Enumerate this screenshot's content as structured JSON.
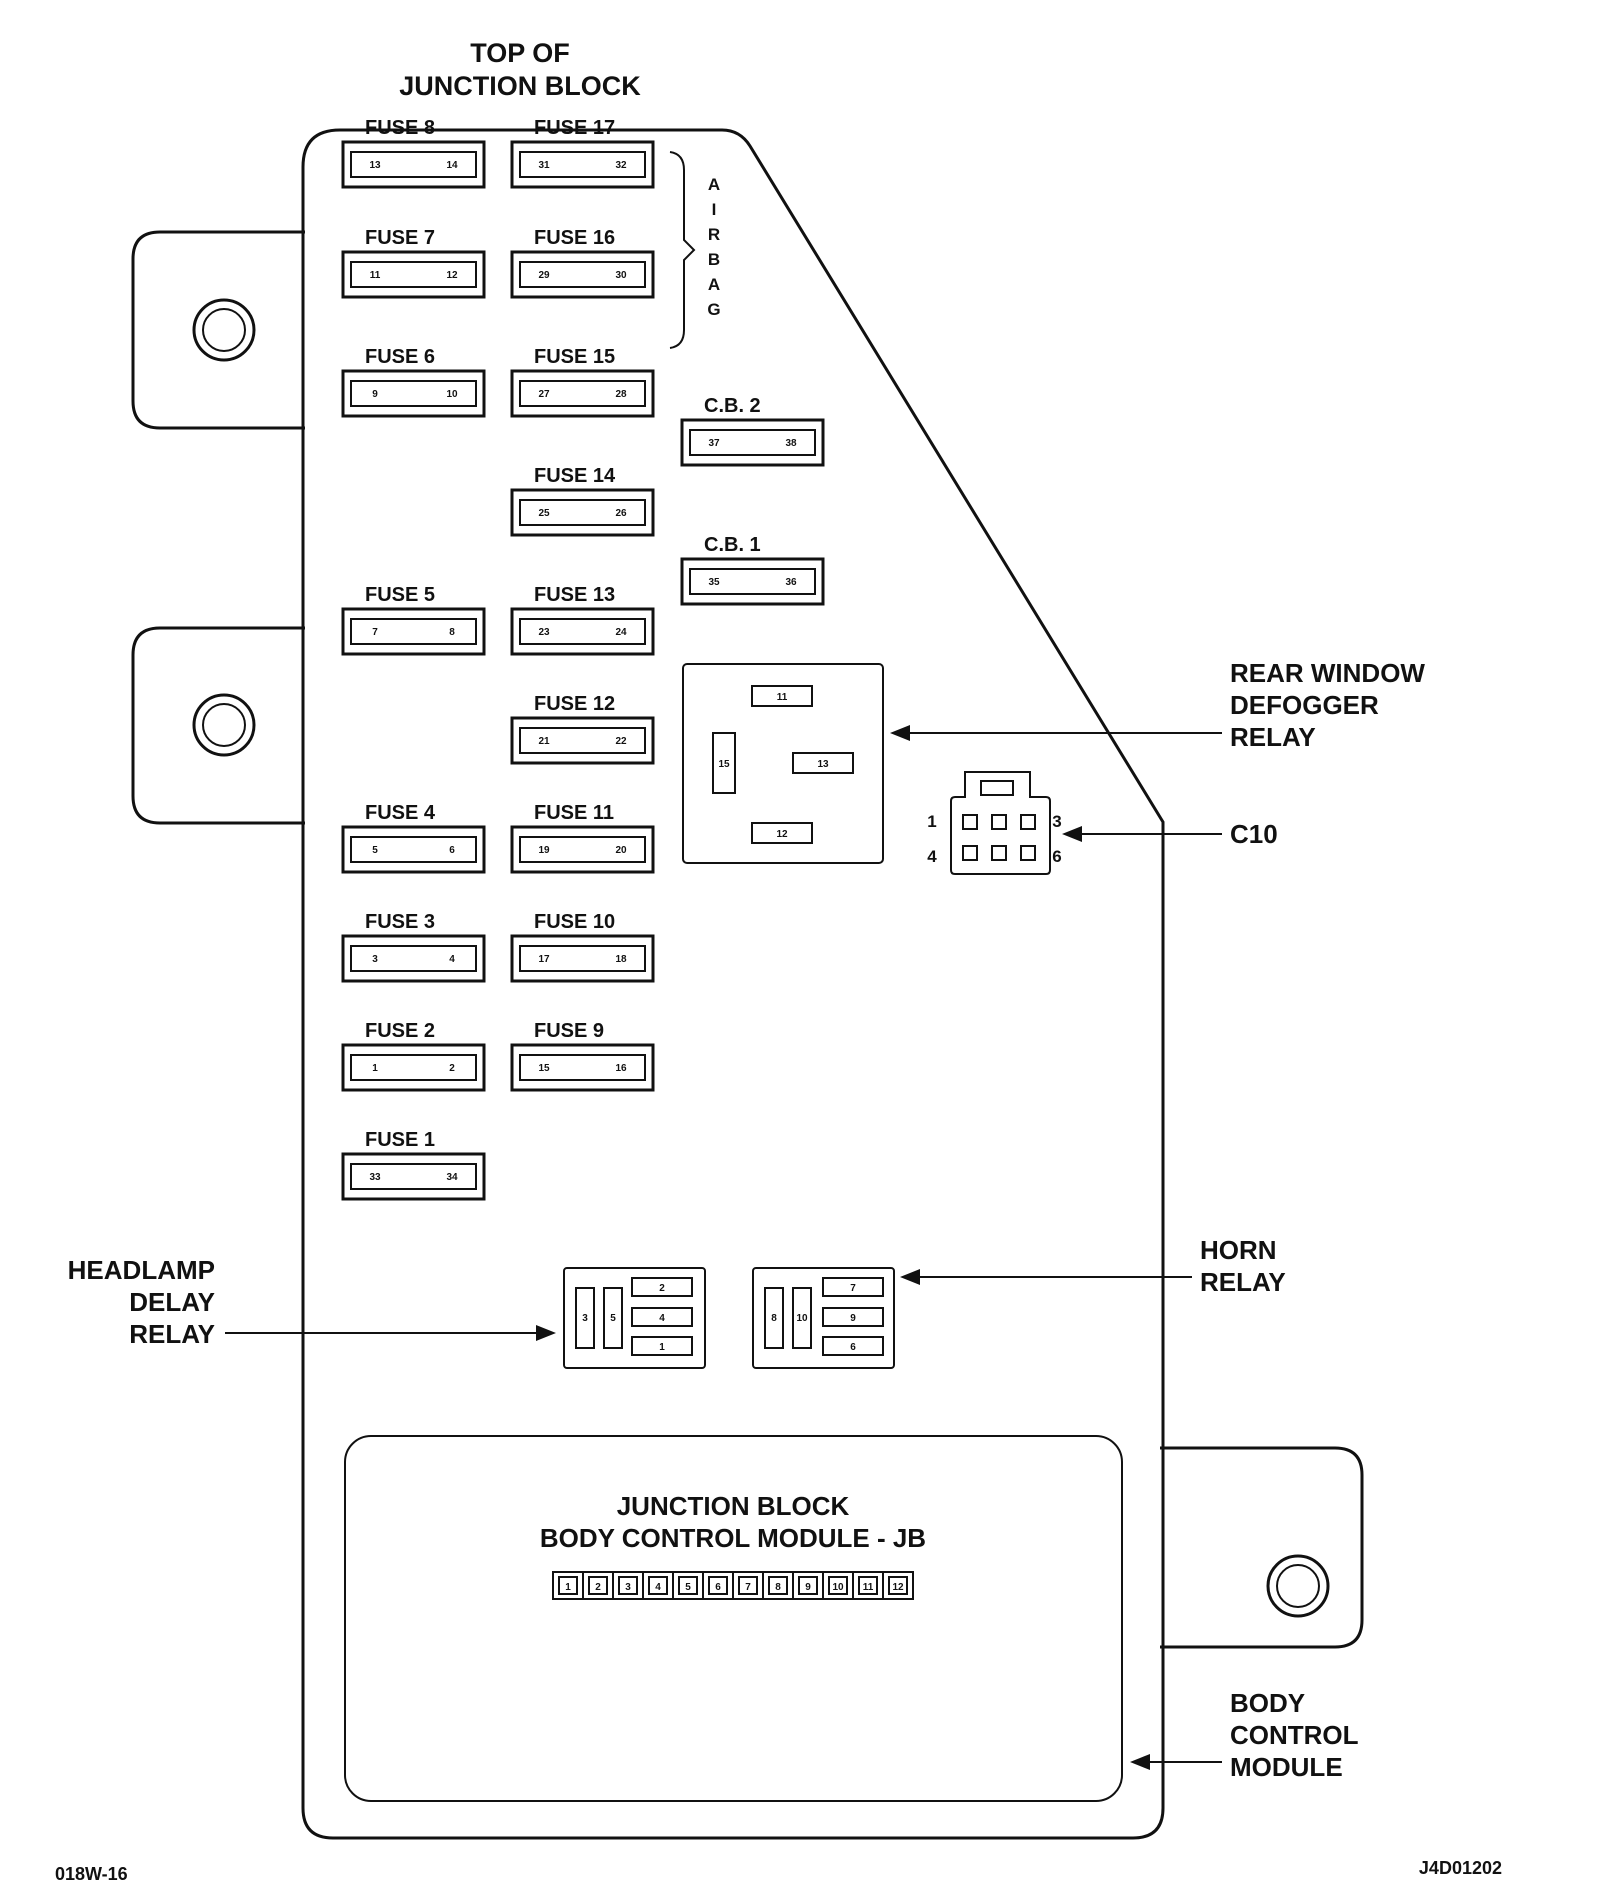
{
  "title": [
    "TOP OF",
    "JUNCTION BLOCK"
  ],
  "fuses": [
    {
      "label": "FUSE 8",
      "pins": [
        "13",
        "14"
      ]
    },
    {
      "label": "FUSE 17",
      "pins": [
        "31",
        "32"
      ]
    },
    {
      "label": "FUSE 7",
      "pins": [
        "11",
        "12"
      ]
    },
    {
      "label": "FUSE 16",
      "pins": [
        "29",
        "30"
      ]
    },
    {
      "label": "FUSE 6",
      "pins": [
        "9",
        "10"
      ]
    },
    {
      "label": "FUSE 15",
      "pins": [
        "27",
        "28"
      ]
    },
    {
      "label": "FUSE 14",
      "pins": [
        "25",
        "26"
      ]
    },
    {
      "label": "FUSE 5",
      "pins": [
        "7",
        "8"
      ]
    },
    {
      "label": "FUSE 13",
      "pins": [
        "23",
        "24"
      ]
    },
    {
      "label": "FUSE 12",
      "pins": [
        "21",
        "22"
      ]
    },
    {
      "label": "FUSE 4",
      "pins": [
        "5",
        "6"
      ]
    },
    {
      "label": "FUSE 11",
      "pins": [
        "19",
        "20"
      ]
    },
    {
      "label": "FUSE 3",
      "pins": [
        "3",
        "4"
      ]
    },
    {
      "label": "FUSE 10",
      "pins": [
        "17",
        "18"
      ]
    },
    {
      "label": "FUSE 2",
      "pins": [
        "1",
        "2"
      ]
    },
    {
      "label": "FUSE 9",
      "pins": [
        "15",
        "16"
      ]
    },
    {
      "label": "FUSE 1",
      "pins": [
        "33",
        "34"
      ]
    },
    {
      "label": "C.B. 2",
      "pins": [
        "37",
        "38"
      ]
    },
    {
      "label": "C.B. 1",
      "pins": [
        "35",
        "36"
      ]
    }
  ],
  "airbag_letters": [
    "A",
    "I",
    "R",
    "B",
    "A",
    "G"
  ],
  "rear_relay_pins": [
    "11",
    "15",
    "13",
    "12"
  ],
  "c10": {
    "label": "C10",
    "pins": [
      "1",
      "3",
      "4",
      "6"
    ]
  },
  "headlamp_relay_pins": [
    "3",
    "5",
    "2",
    "4",
    "1"
  ],
  "horn_relay_pins": [
    "8",
    "10",
    "7",
    "9",
    "6"
  ],
  "callouts": {
    "rear_window": [
      "REAR WINDOW",
      "DEFOGGER",
      "RELAY"
    ],
    "headlamp": [
      "HEADLAMP",
      "DELAY",
      "RELAY"
    ],
    "horn": [
      "HORN",
      "RELAY"
    ],
    "bcm": [
      "BODY",
      "CONTROL",
      "MODULE"
    ]
  },
  "bcm": {
    "lines": [
      "JUNCTION BLOCK",
      "BODY CONTROL MODULE - JB"
    ],
    "pins": [
      "1",
      "2",
      "3",
      "4",
      "5",
      "6",
      "7",
      "8",
      "9",
      "10",
      "11",
      "12"
    ]
  },
  "footer": {
    "left": "018W-16",
    "right": "J4D01202"
  }
}
